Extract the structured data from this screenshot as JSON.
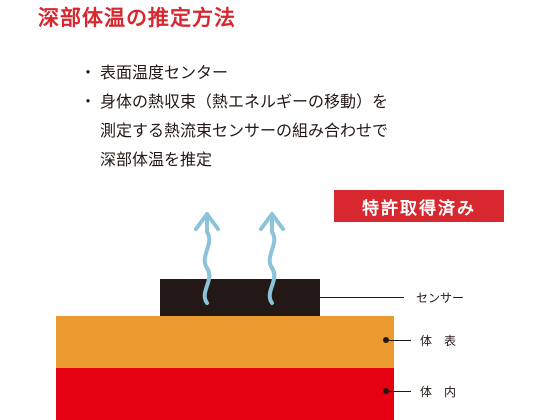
{
  "title": "深部体温の推定方法",
  "bullets": [
    {
      "marker": "・",
      "lines": [
        "表面温度センター"
      ]
    },
    {
      "marker": "・",
      "lines": [
        "身体の熱収束（熱エネルギーの移動）を",
        "測定する熱流束センサーの組み合わせで",
        "深部体温を推定"
      ]
    }
  ],
  "badge": "特許取得済み",
  "diagram": {
    "sensor_label": "センサー",
    "surface_label": "体　表",
    "interior_label": "体　内",
    "arrow_icon": "heat-flow-arrow-icon",
    "colors": {
      "sensor": "#231815",
      "surface": "#ea9a2f",
      "interior": "#e50012",
      "arrow": "#8dc3d8",
      "accent": "#d7282f"
    }
  }
}
